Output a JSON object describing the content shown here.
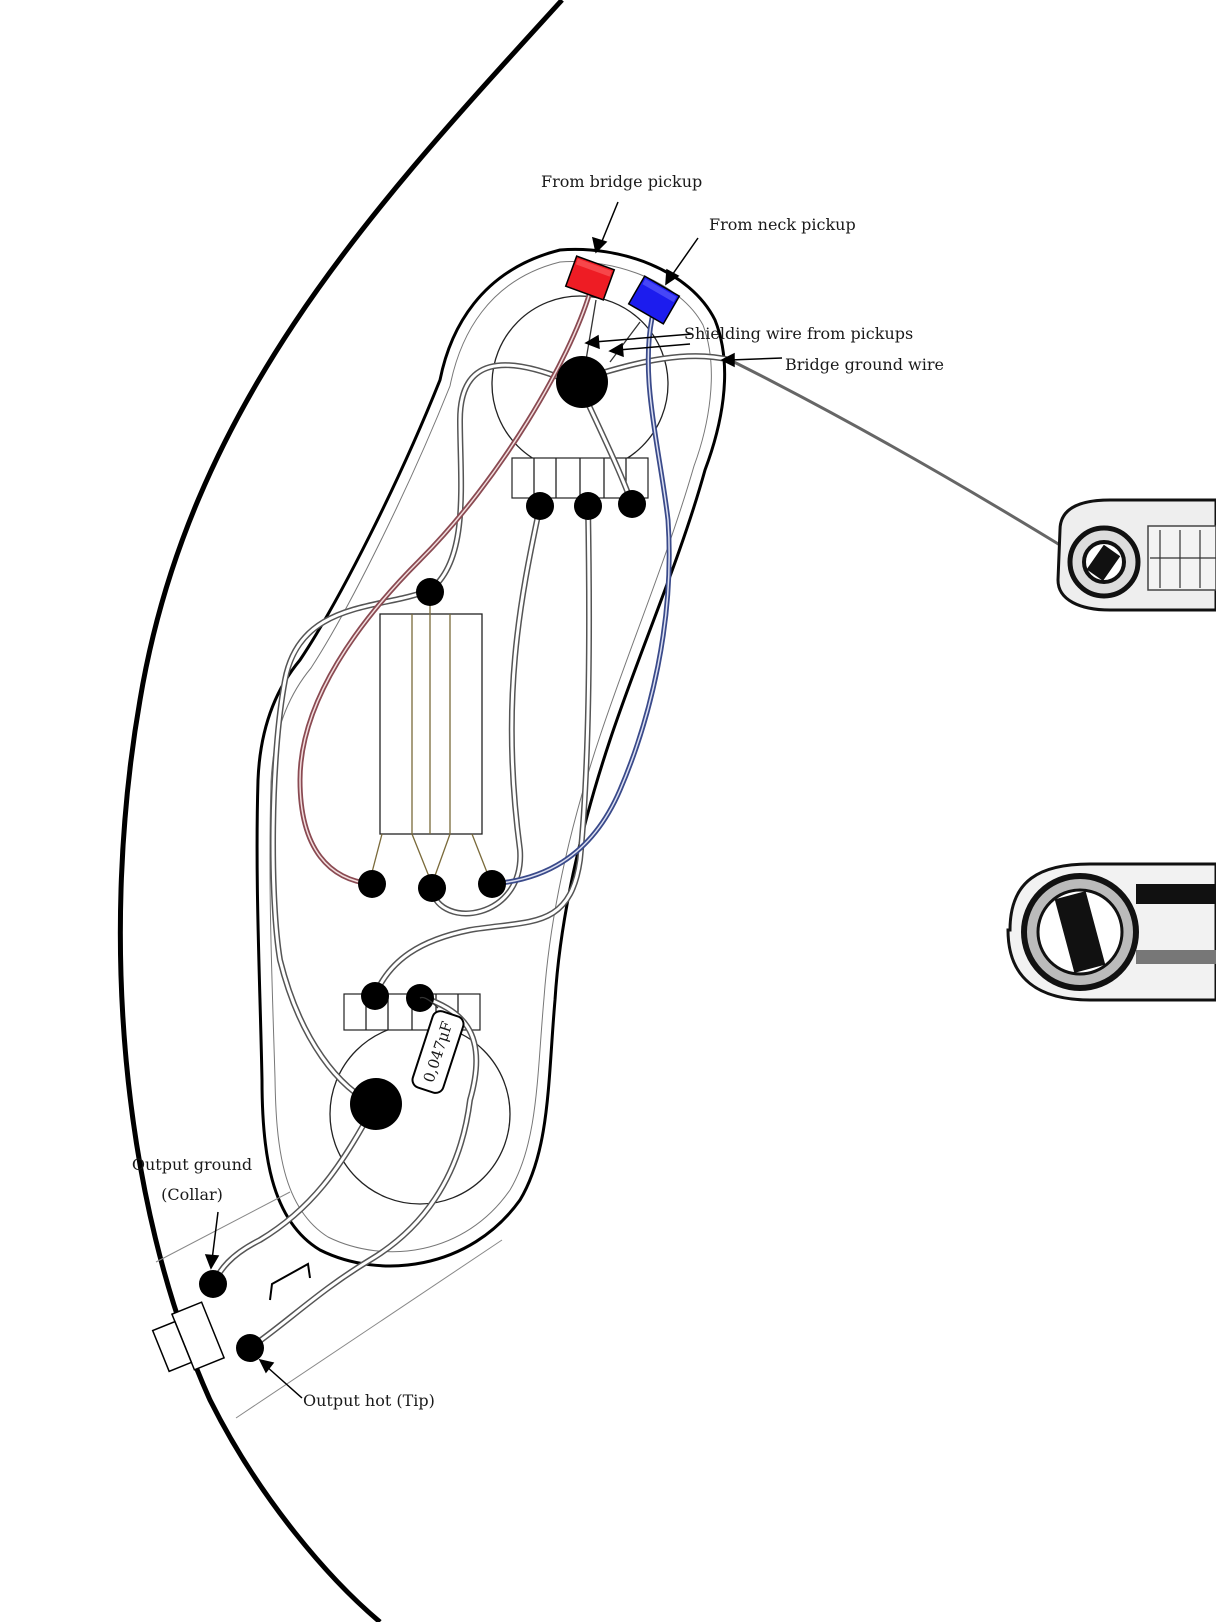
{
  "labels": {
    "bridge_pickup": "From bridge pickup",
    "neck_pickup": "From neck pickup",
    "shielding": "Shielding wire from pickups",
    "bridge_ground": "Bridge ground wire",
    "output_ground_1": "Output ground",
    "output_ground_2": "(Collar)",
    "output_hot": "Output hot (Tip)",
    "capacitor": "0,047μF"
  },
  "colors": {
    "bridge_pickup_wire": "#ee1c24",
    "neck_pickup_wire": "#1c1cee",
    "red_wire_trace": "#8a4a52",
    "blue_wire_trace": "#3a4a8a",
    "outline": "#000000"
  }
}
